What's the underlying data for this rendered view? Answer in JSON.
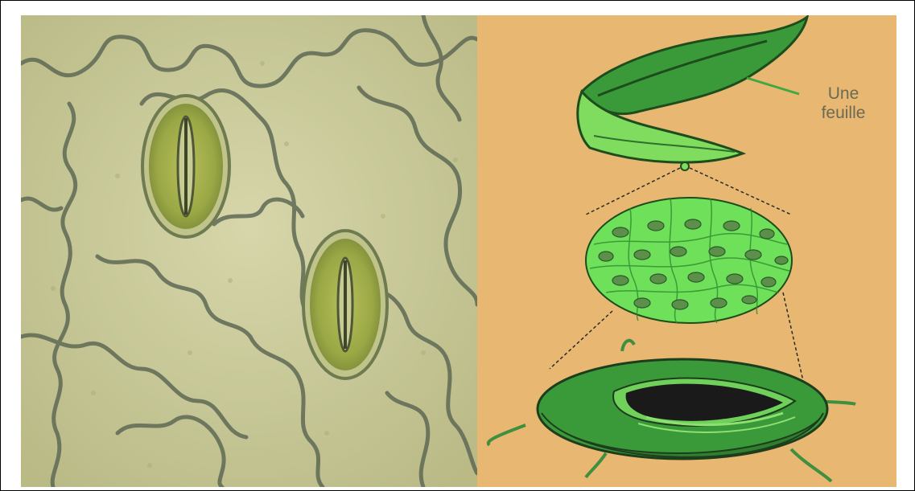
{
  "diagram": {
    "leaf_label_line1": "Une",
    "leaf_label_line2": "feuille"
  },
  "colors": {
    "micro_background": "#c9c99a",
    "cell_wall": "#5f6a55",
    "guard_cell": "#9aa845",
    "schema_background": "#e8b872",
    "leaf_dark": "#3a9a3a",
    "leaf_light": "#7fdc5e",
    "label_pointer": "#3fa83f",
    "label_text": "#6a6a55"
  },
  "icons": [
    "leaf-illustration",
    "epidermis-disc",
    "stoma-3d-illustration"
  ]
}
